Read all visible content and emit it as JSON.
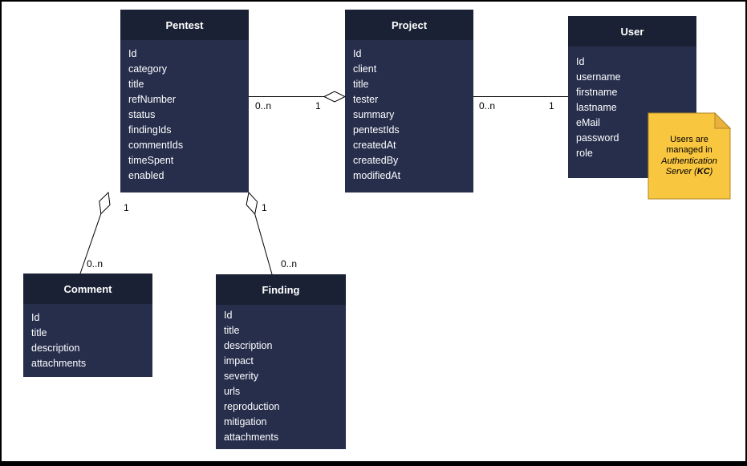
{
  "diagram": {
    "type": "uml-entity-diagram",
    "entities": [
      {
        "name": "Pentest",
        "fields": [
          "Id",
          "category",
          "title",
          "refNumber",
          "status",
          "findingIds",
          "commentIds",
          "timeSpent",
          "enabled"
        ]
      },
      {
        "name": "Project",
        "fields": [
          "Id",
          "client",
          "title",
          "tester",
          "summary",
          "pentestIds",
          "createdAt",
          "createdBy",
          "modifiedAt"
        ]
      },
      {
        "name": "User",
        "fields": [
          "Id",
          "username",
          "firstname",
          "lastname",
          "eMail",
          "password",
          "role"
        ]
      },
      {
        "name": "Comment",
        "fields": [
          "Id",
          "title",
          "description",
          "attachments"
        ]
      },
      {
        "name": "Finding",
        "fields": [
          "Id",
          "title",
          "description",
          "impact",
          "severity",
          "urls",
          "reproduction",
          "mitigation",
          "attachments"
        ]
      }
    ],
    "relationships": [
      {
        "from": "Pentest",
        "to": "Project",
        "from_label": "0..n",
        "to_label": "1",
        "type": "aggregation"
      },
      {
        "from": "Project",
        "to": "User",
        "from_label": "0..n",
        "to_label": "1",
        "type": "association"
      },
      {
        "from": "Pentest",
        "to": "Comment",
        "from_label": "1",
        "to_label": "0..n",
        "type": "aggregation"
      },
      {
        "from": "Pentest",
        "to": "Finding",
        "from_label": "1",
        "to_label": "0..n",
        "type": "aggregation"
      }
    ],
    "note": {
      "line1": "Users are",
      "line2": "managed in",
      "line3": "Authentication",
      "line4_prefix": "Server (",
      "line4_bold": "KC",
      "line4_suffix": ")"
    },
    "colors": {
      "entity_header": "#1a2134",
      "entity_body": "#262e4c",
      "entity_text": "#ffffff",
      "note_fill": "#f9c640",
      "note_fold": "#e9b03c",
      "note_border": "#b08a28",
      "line": "#000000",
      "background": "#ffffff"
    }
  }
}
